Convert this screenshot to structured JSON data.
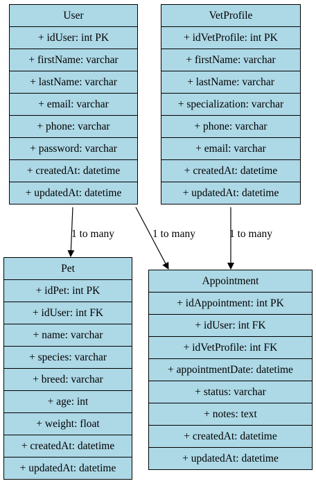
{
  "entities": {
    "user": {
      "name": "User",
      "fields": [
        "+ idUser: int PK",
        "+ firstName: varchar",
        "+ lastName: varchar",
        "+ email: varchar",
        "+ phone: varchar",
        "+ password: varchar",
        "+ createdAt: datetime",
        "+ updatedAt: datetime"
      ]
    },
    "vet": {
      "name": "VetProfile",
      "fields": [
        "+ idVetProfile: int PK",
        "+ firstName: varchar",
        "+ lastName: varchar",
        "+ specialization: varchar",
        "+ phone: varchar",
        "+ email: varchar",
        "+ createdAt: datetime",
        "+ updatedAt: datetime"
      ]
    },
    "pet": {
      "name": "Pet",
      "fields": [
        "+ idPet: int PK",
        "+ idUser: int FK",
        "+ name: varchar",
        "+ species: varchar",
        "+ breed: varchar",
        "+ age: int",
        "+ weight: float",
        "+ createdAt: datetime",
        "+ updatedAt: datetime"
      ]
    },
    "appt": {
      "name": "Appointment",
      "fields": [
        "+ idAppointment: int PK",
        "+ idUser: int FK",
        "+ idVetProfile: int FK",
        "+ appointmentDate: datetime",
        "+ status: varchar",
        "+ notes: text",
        "+ createdAt: datetime",
        "+ updatedAt: datetime"
      ]
    }
  },
  "relations": [
    {
      "from": "User",
      "to": "Pet",
      "label": "1 to many"
    },
    {
      "from": "User",
      "to": "Appointment",
      "label": "1 to many"
    },
    {
      "from": "VetProfile",
      "to": "Appointment",
      "label": "1 to many"
    }
  ]
}
